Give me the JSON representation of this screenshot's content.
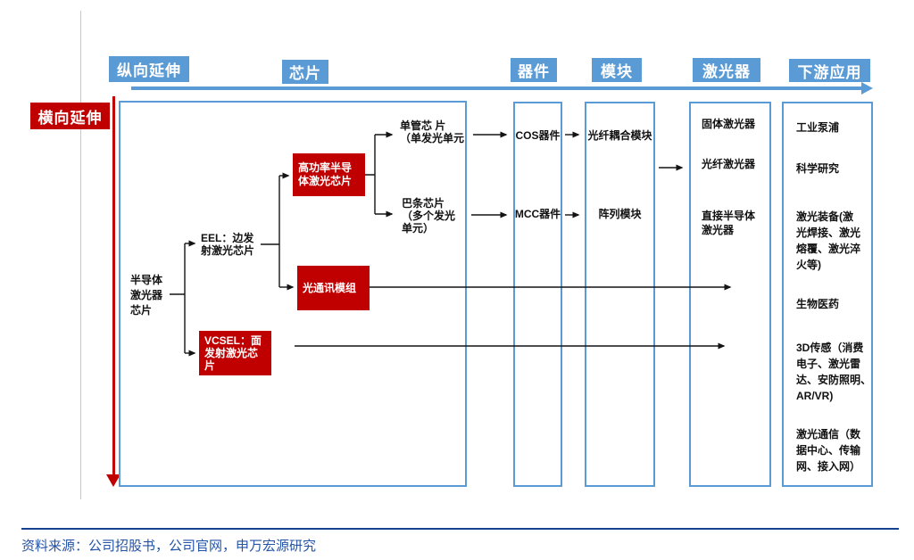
{
  "colors": {
    "stage_blue": "#5B9BD5",
    "node_red": "#C00000",
    "footer_navy": "#2453A6"
  },
  "axes": {
    "vertical_label": "纵向延伸",
    "horizontal_label": "横向延伸"
  },
  "stage_headers": [
    {
      "label": "芯片"
    },
    {
      "label": "器件"
    },
    {
      "label": "模块"
    },
    {
      "label": "激光器"
    },
    {
      "label": "下游应用"
    }
  ],
  "chip_column": {
    "root": "半导体\n激光器\n芯片",
    "eel": "EEL：边发\n射激光芯片",
    "vcsel": "VCSEL：面\n发射激光芯\n片",
    "high_power": "高功率半导\n体激光芯片",
    "optical_module": "光通讯模组",
    "single_tube": "单管芯 片\n（单发光单元",
    "bar_chip": "巴条芯片\n（多个发光\n单元）"
  },
  "device_column": {
    "cos": "COS器件",
    "mcc": "MCC器件"
  },
  "module_column": {
    "fiber": "光纤耦合模块",
    "array": "阵列模块"
  },
  "laser_column": {
    "items": [
      "固体激光器",
      "光纤激光器",
      "直接半导体\n激光器"
    ]
  },
  "application_column": {
    "items": [
      "工业泵浦",
      "科学研究",
      "激光装备(激\n光焊接、激光\n熔覆、激光淬\n火等)",
      "生物医药",
      "3D传感（消费\n电子、激光雷\n达、安防照明、\nAR/VR)",
      "激光通信（数\n据中心、传输\n网、接入网）"
    ]
  },
  "footer": {
    "source": "资料来源：公司招股书，公司官网，申万宏源研究"
  }
}
